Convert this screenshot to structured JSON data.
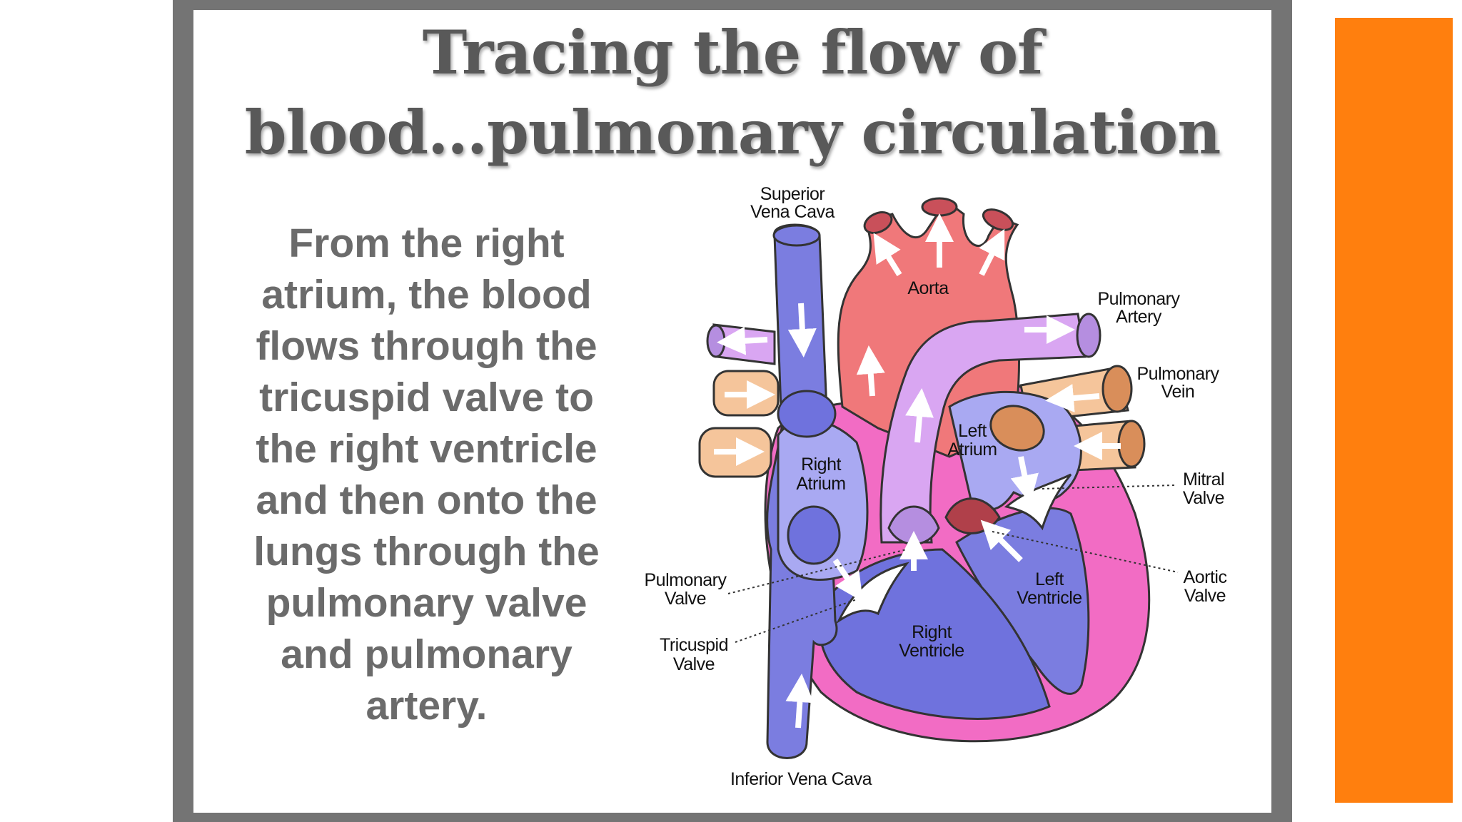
{
  "slide": {
    "title_line1": "Tracing the flow of",
    "title_line2": "blood…pulmonary circulation",
    "body": "From the right atrium, the blood flows through the tricuspid valve to the right ventricle and then onto the lungs through the pulmonary valve and pulmonary artery.",
    "accent_color": "#ff7f0e"
  },
  "diagram": {
    "labels": {
      "superior_vena_cava_1": "Superior",
      "superior_vena_cava_2": "Vena Cava",
      "aorta": "Aorta",
      "pulmonary_artery_1": "Pulmonary",
      "pulmonary_artery_2": "Artery",
      "pulmonary_vein_1": "Pulmonary",
      "pulmonary_vein_2": "Vein",
      "left_atrium_1": "Left",
      "left_atrium_2": "Atrium",
      "right_atrium_1": "Right",
      "right_atrium_2": "Atrium",
      "mitral_valve_1": "Mitral",
      "mitral_valve_2": "Valve",
      "aortic_valve_1": "Aortic",
      "aortic_valve_2": "Valve",
      "left_ventricle_1": "Left",
      "left_ventricle_2": "Ventricle",
      "pulmonary_valve_1": "Pulmonary",
      "pulmonary_valve_2": "Valve",
      "tricuspid_valve_1": "Tricuspid",
      "tricuspid_valve_2": "Valve",
      "right_ventricle_1": "Right",
      "right_ventricle_2": "Ventricle",
      "inferior_vena_cava": "Inferior Vena Cava"
    }
  }
}
